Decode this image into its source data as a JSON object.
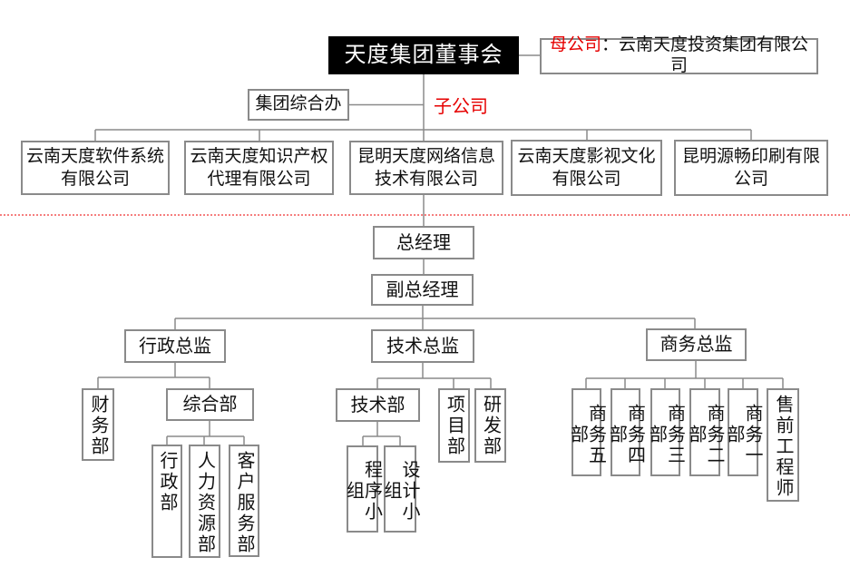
{
  "colors": {
    "line_gray": "#8a8a8a",
    "accent_red": "#e60000",
    "divider_red": "#f57f7f",
    "board_box_bg": "#000000",
    "board_box_text": "#ffffff"
  },
  "nodes": {
    "board": "天度集团董事会",
    "parent_company": {
      "label": "母公司",
      "separator": "：",
      "name": "云南天度投资集团有限公司"
    },
    "group_office": "集团综合办",
    "subsidiary_label": "子公司",
    "companies": [
      {
        "line1": "云南天度软件系统",
        "line2": "有限公司"
      },
      {
        "line1": "云南天度知识产权",
        "line2": "代理有限公司"
      },
      {
        "line1": "昆明天度网络信息",
        "line2": "技术有限公司"
      },
      {
        "line1": "云南天度影视文化",
        "line2": "有限公司"
      },
      {
        "line1": "昆明源畅印刷有限",
        "line2": "公司"
      }
    ],
    "general_manager": "总经理",
    "deputy_general_manager": "副总经理",
    "admin_director": "行政总监",
    "tech_director": "技术总监",
    "biz_director": "商务总监",
    "finance_dept": "财务部",
    "general_dept": "综合部",
    "admin_dept": "行政部",
    "hr_dept": "人力资源部",
    "customer_service_dept": "客户服务部",
    "tech_dept": "技术部",
    "project_dept": "项目部",
    "rd_dept": "研发部",
    "program_team": "程序小组",
    "design_team": "设计小组",
    "biz_dept_5": "商务五部",
    "biz_dept_4": "商务四部",
    "biz_dept_3": "商务三部",
    "biz_dept_2": "商务二部",
    "biz_dept_1": "商务一部",
    "presales_engineer": "售前工程师"
  }
}
